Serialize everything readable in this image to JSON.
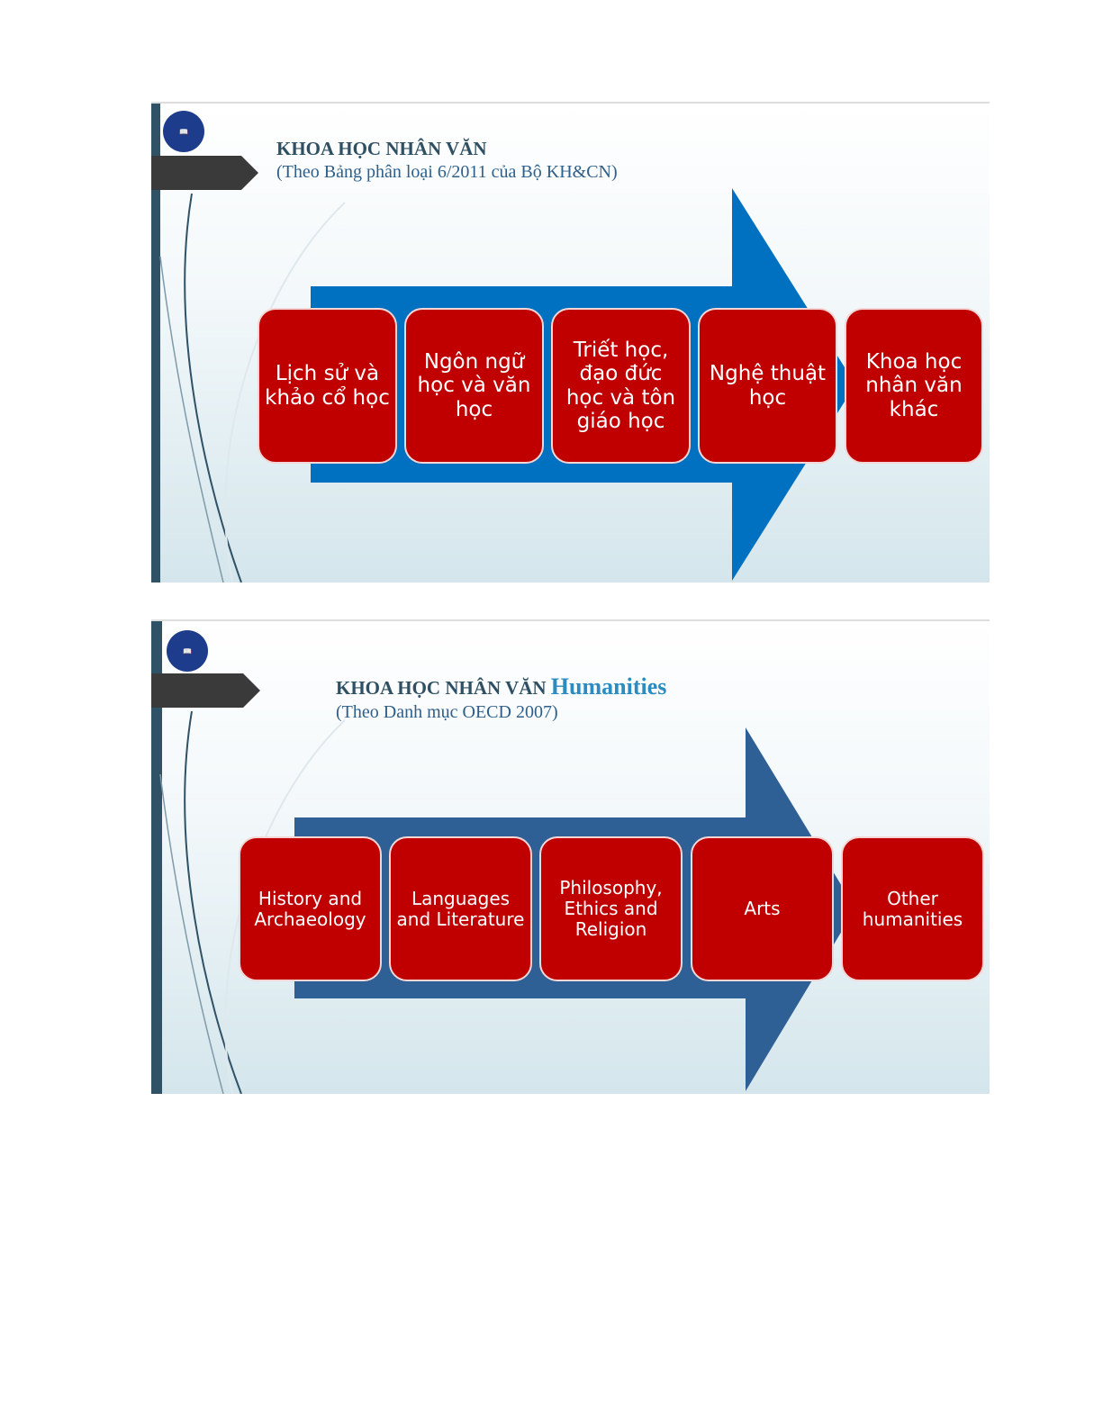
{
  "slides": [
    {
      "title": "KHOA HỌC NHÂN VĂN",
      "subtitle": "(Theo Bảng phân loại 6/2011 của Bộ KH&CN)",
      "items": [
        "Lịch sử và khảo cổ học",
        "Ngôn ngữ học và văn học",
        "Triết học, đạo đức học và tôn giáo học",
        "Nghệ thuật học",
        "Khoa học nhân văn khác"
      ],
      "arrow_color": "#0070c0"
    },
    {
      "title": "KHOA HỌC NHÂN VĂN",
      "title_en": "Humanities",
      "subtitle": "(Theo Danh mục OECD 2007)",
      "items": [
        "History and Archaeology",
        "Languages and Literature",
        "Philosophy, Ethics and Religion",
        "Arts",
        "Other humanities"
      ],
      "arrow_color": "#2e5f95"
    }
  ],
  "box_color": "#c00000"
}
